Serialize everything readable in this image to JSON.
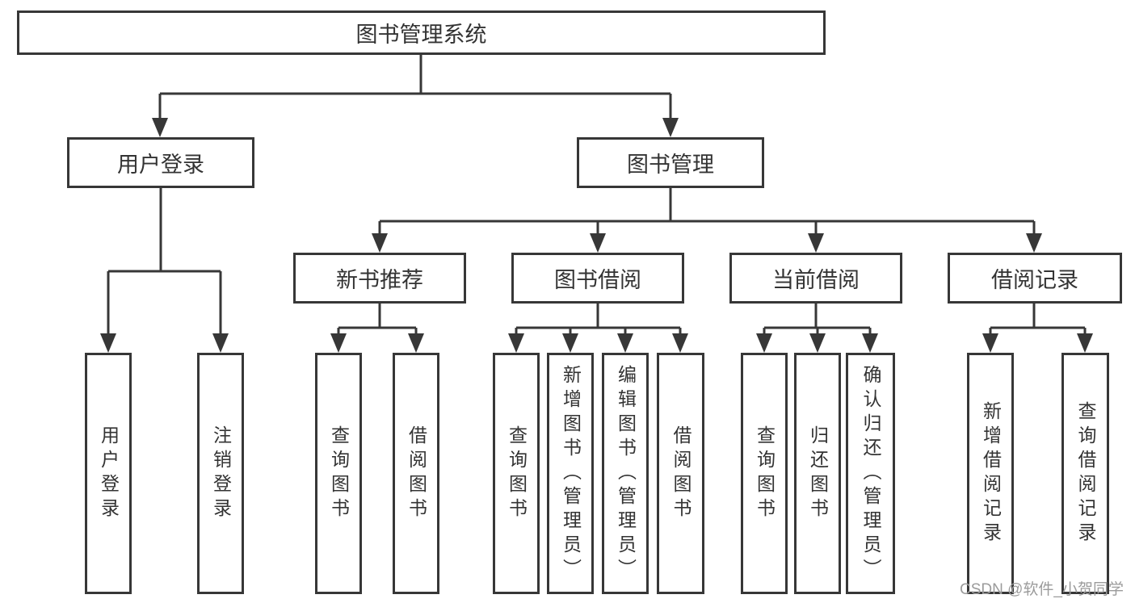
{
  "tree": {
    "root": {
      "label": "图书管理系统"
    },
    "branches": [
      {
        "label": "用户登录",
        "children": [
          "用户登录",
          "注销登录"
        ]
      },
      {
        "label": "图书管理",
        "groups": [
          {
            "label": "新书推荐",
            "children": [
              "查询图书",
              "借阅图书"
            ]
          },
          {
            "label": "图书借阅",
            "children": [
              "查询图书",
              "新增图书（管理员）",
              "编辑图书（管理员）",
              "借阅图书"
            ]
          },
          {
            "label": "当前借阅",
            "children": [
              "查询图书",
              "归还图书",
              "确认归还（管理员）"
            ]
          },
          {
            "label": "借阅记录",
            "children": [
              "新增借阅记录",
              "查询借阅记录"
            ]
          }
        ]
      }
    ]
  },
  "watermark": {
    "text": "CSDN @软件_小贺同学"
  },
  "colors": {
    "line": "#373737",
    "box_border": "#373737",
    "box_background": "#ffffff",
    "text": "#333333",
    "watermark": "#9b9b9b",
    "page_background": "#ffffff"
  }
}
